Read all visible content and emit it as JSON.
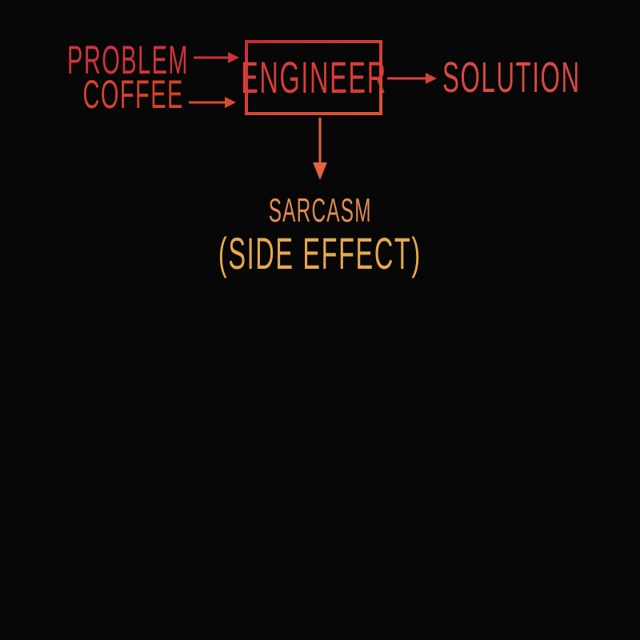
{
  "diagram": {
    "nodes": {
      "problem": {
        "label": "PROBLEM"
      },
      "coffee": {
        "label": "COFFEE"
      },
      "engineer": {
        "label": "ENGINEER"
      },
      "solution": {
        "label": "SOLUTION"
      },
      "sarcasm": {
        "label": "SARCASM",
        "sublabel": "(SIDE EFFECT)"
      }
    },
    "edges": [
      {
        "from": "problem",
        "to": "engineer",
        "direction": "right"
      },
      {
        "from": "coffee",
        "to": "engineer",
        "direction": "right"
      },
      {
        "from": "engineer",
        "to": "solution",
        "direction": "right"
      },
      {
        "from": "engineer",
        "to": "sarcasm",
        "direction": "down"
      }
    ]
  },
  "colors": {
    "background": "#070707",
    "problem": "#cf3340",
    "coffee": "#d5422f",
    "engineer": "#d63d39",
    "solution": "#da4843",
    "box_red": "#c92b38",
    "box_orange": "#dd5535",
    "arrow_problem": "#ce3139",
    "arrow_coffee": "#da4b31",
    "arrow_solution": "#d8413e",
    "arrow_down": "#e2633e",
    "sarcasm": "#e38a50",
    "side_effect": "#e7a74e"
  }
}
